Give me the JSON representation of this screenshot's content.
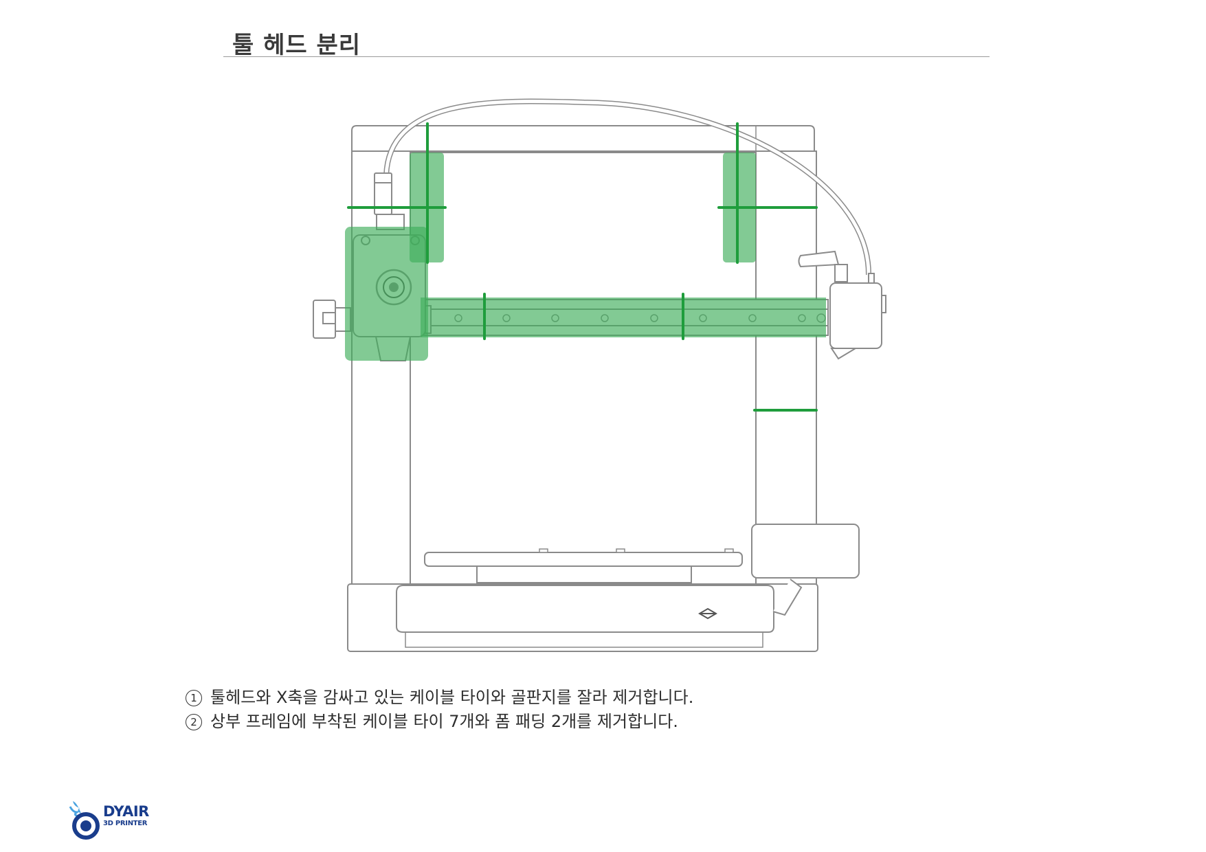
{
  "page": {
    "title": "툴 헤드 분리"
  },
  "instructions": [
    {
      "num": "1",
      "text": "툴헤드와 X축을 감싸고 있는 케이블 타이와 골판지를 잘라 제거합니다."
    },
    {
      "num": "2",
      "text": "상부 프레임에 부착된 케이블 타이 7개와 폼 패딩 2개를 제거합니다."
    }
  ],
  "logo": {
    "name": "DYAIR",
    "subtitle": "3D PRINTER"
  },
  "colors": {
    "highlight": "#3fae5a",
    "cut_line": "#1f9d3c",
    "outline": "#8a8a8a",
    "logo": "#1a3d8c"
  }
}
